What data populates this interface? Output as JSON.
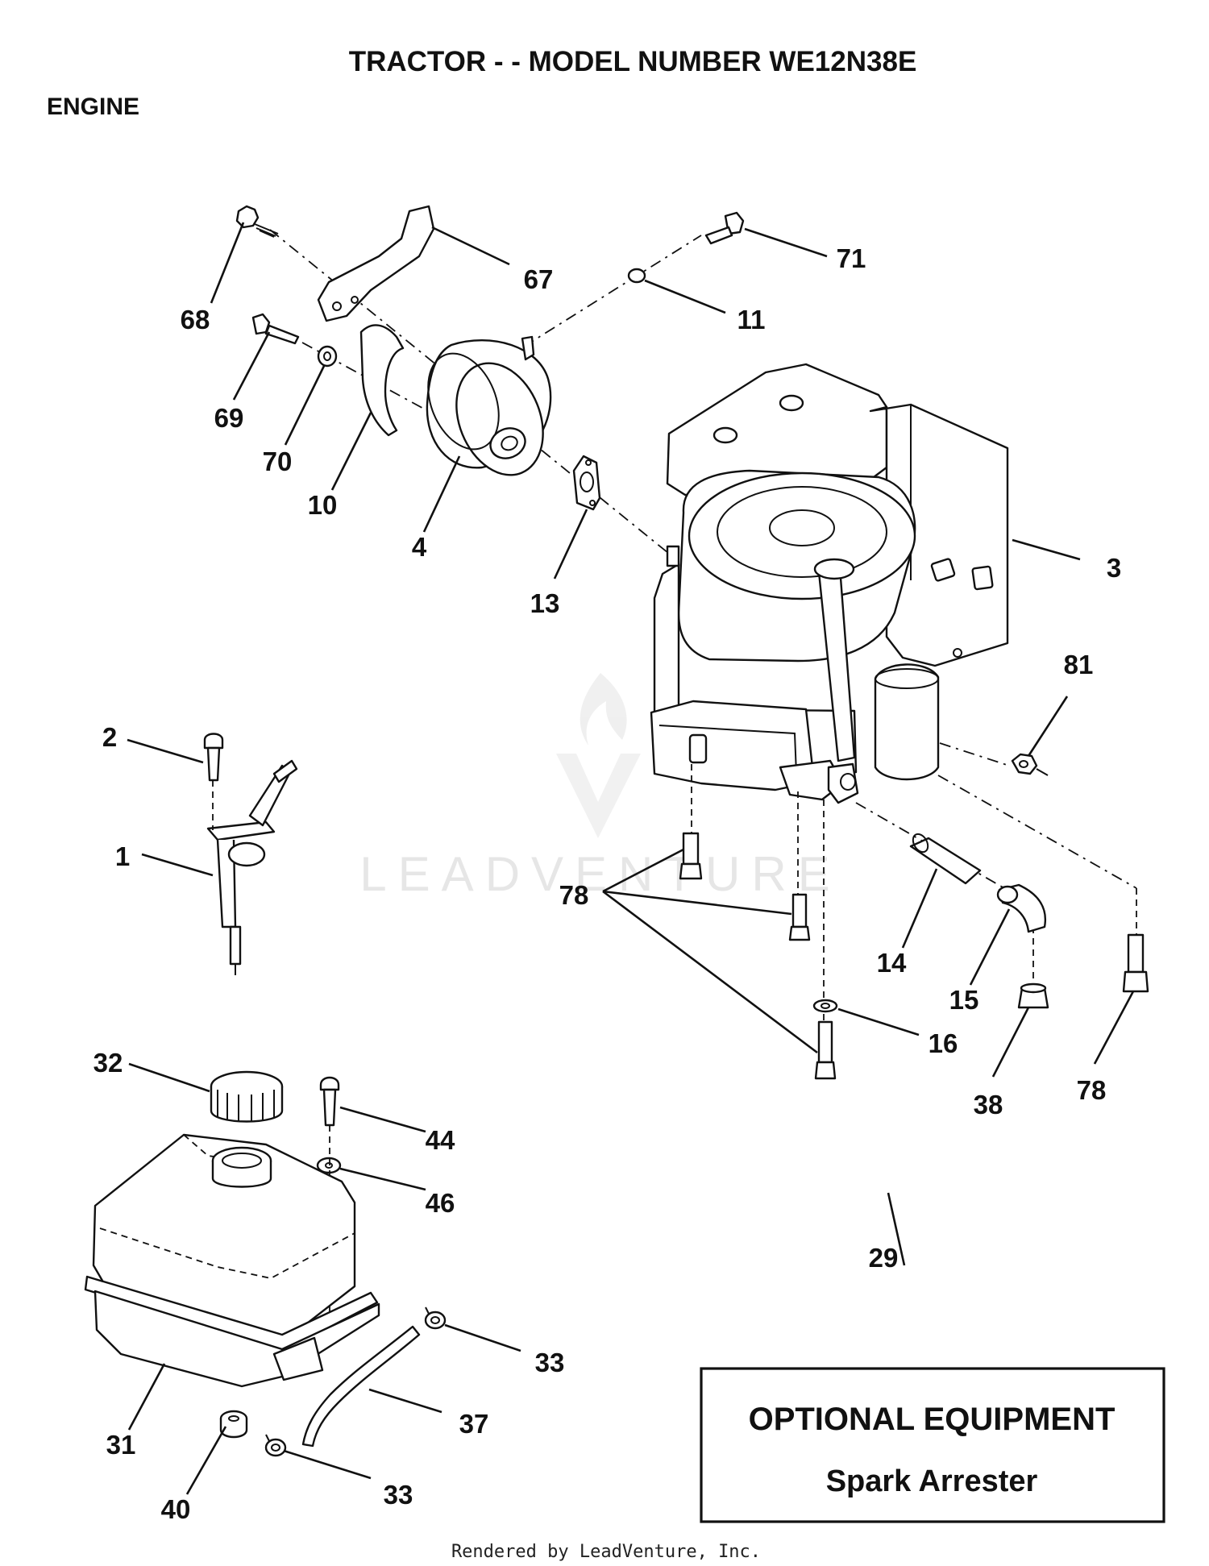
{
  "title": "TRACTOR - - MODEL NUMBER WE12N38E",
  "section": "ENGINE",
  "optional_box": {
    "heading": "OPTIONAL EQUIPMENT",
    "item": "Spark Arrester"
  },
  "watermark": "LEADVENTURE",
  "footer": "Rendered by LeadVenture, Inc.",
  "callouts": {
    "p1": "1",
    "p2": "2",
    "p3": "3",
    "p4": "4",
    "p10": "10",
    "p11": "11",
    "p13": "13",
    "p14": "14",
    "p15": "15",
    "p16": "16",
    "p29": "29",
    "p31": "31",
    "p32": "32",
    "p33a": "33",
    "p33b": "33",
    "p37": "37",
    "p38": "38",
    "p40": "40",
    "p44": "44",
    "p46": "46",
    "p67": "67",
    "p68": "68",
    "p69": "69",
    "p70": "70",
    "p71": "71",
    "p78a": "78",
    "p78b": "78",
    "p81": "81"
  }
}
